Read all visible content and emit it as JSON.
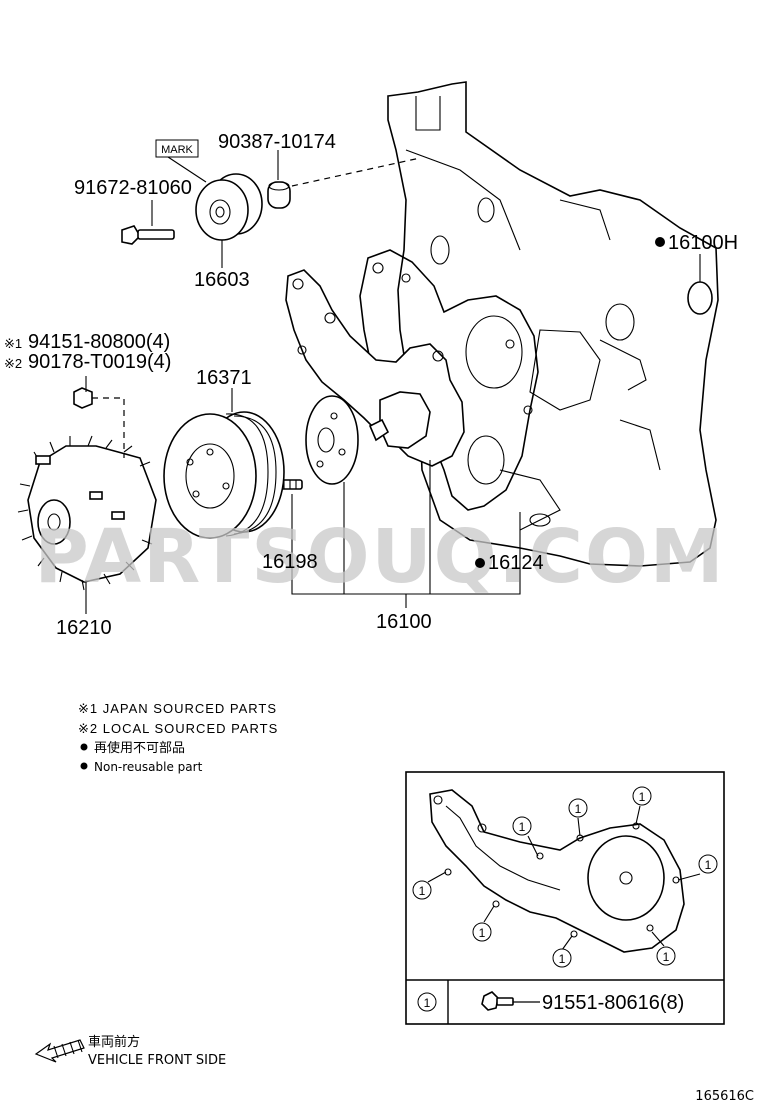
{
  "parts": {
    "idler_bolt": "91672-81060",
    "mark_tag": "MARK",
    "spacer": "90387-10174",
    "idler_pulley": "16603",
    "gasket_ring": "16100H",
    "nut_1": "94151-80800(4)",
    "nut_2": "90178-T0019(4)",
    "nut_1_marker": "※1",
    "nut_2_marker": "※2",
    "fan_pulley": "16371",
    "stud": "16198",
    "pump_gasket": "16124",
    "fluid_coupling": "16210",
    "water_pump": "16100"
  },
  "notes": {
    "japan": "※1 JAPAN SOURCED PARTS",
    "local": "※2 LOCAL SOURCED PARTS",
    "nonreusable_jp": "再使用不可部品",
    "nonreusable_en": "Non-reusable part"
  },
  "inset": {
    "callout": "1",
    "legend_bolt": "91551-80616(8)"
  },
  "direction": {
    "jp": "車両前方",
    "en": "VEHICLE FRONT SIDE"
  },
  "watermark": "PARTSOUQ.COM",
  "drawing_number": "165616C"
}
